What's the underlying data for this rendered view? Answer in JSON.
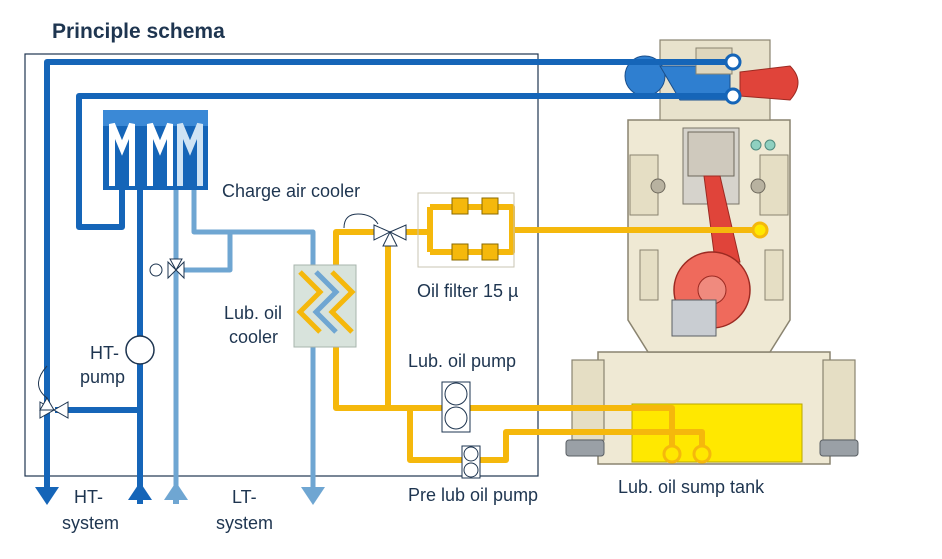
{
  "title": "Principle schema",
  "labels": {
    "charge_air_cooler": "Charge air cooler",
    "lub_oil_cooler_line1": "Lub. oil",
    "lub_oil_cooler_line2": "cooler",
    "ht_pump_line1": "HT-",
    "ht_pump_line2": "pump",
    "oil_filter": "Oil filter 15 µ",
    "lub_oil_pump": "Lub. oil pump",
    "pre_lub_oil_pump": "Pre lub oil pump",
    "lub_oil_sump_tank": "Lub. oil sump tank",
    "ht_system_line1": "HT-",
    "ht_system_line2": "system",
    "lt_system_line1": "LT-",
    "lt_system_line2": "system"
  },
  "colors": {
    "ht_water": "#1565b8",
    "lt_water": "#6fa6d2",
    "lub_oil": "#f5b80c",
    "hot_exhaust": "#e0443a",
    "sump_oil": "#ffe800",
    "engine_body": "#efe9d4",
    "text": "#1e3550"
  }
}
